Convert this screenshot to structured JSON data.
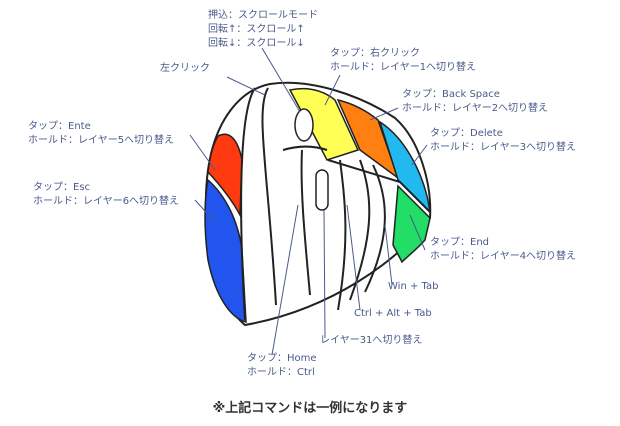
{
  "labels": {
    "wheel": [
      "押込：スクロールモード",
      "回転↑：スクロール↑",
      "回転↓：スクロール↓"
    ],
    "left_click": "左クリック",
    "right_click": [
      "タップ：右クリック",
      "ホールド：レイヤー1へ切り替え"
    ],
    "backspace": [
      "タップ：Back Space",
      "ホールド：レイヤー2へ切り替え"
    ],
    "delete": [
      "タップ：Delete",
      "ホールド：レイヤー3へ切り替え"
    ],
    "enter": [
      "タップ：Ente",
      "ホールド：レイヤー5へ切り替え"
    ],
    "esc": [
      "タップ：Esc",
      "ホールド：レイヤー6へ切り替え"
    ],
    "end": [
      "タップ：End",
      "ホールド：レイヤー4へ切り替え"
    ],
    "win_tab": "Win + Tab",
    "ctrl_alt_tab": "Ctrl + Alt + Tab",
    "layer31": "レイヤー31へ切り替え",
    "home": [
      "タップ：Home",
      "ホールド：Ctrl"
    ]
  },
  "footer": "※上記コマンドは一例になります",
  "colors": {
    "yellow": "#ffff55",
    "orange": "#ff8010",
    "cyan": "#22b8f0",
    "green": "#22dd66",
    "red": "#ff3a10",
    "blue": "#2255ee",
    "text": "#4a5a8c"
  }
}
